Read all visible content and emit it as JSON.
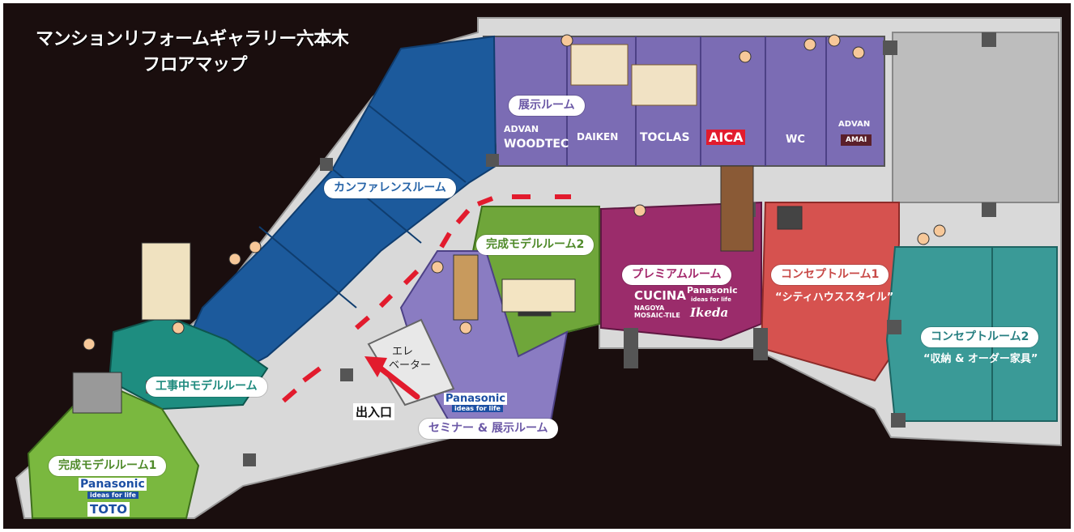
{
  "title": {
    "line1": "マンションリフォームギャラリー六本木",
    "line2": "フロアマップ"
  },
  "rooms": {
    "exhibition": {
      "label": "展示ルーム",
      "brands": [
        "ADVAN",
        "WOODTEC",
        "DAIKEN",
        "TOCLAS",
        "AICA",
        "WC",
        "ADVAN",
        "AMAI"
      ]
    },
    "conference": {
      "label": "カンファレンスルーム"
    },
    "model2": {
      "label": "完成モデルルーム2"
    },
    "premium": {
      "label": "プレミアムルーム",
      "brands": [
        "CUCINA",
        "Panasonic",
        "ideas for life",
        "NAGOYA MOSAIC-TILE",
        "Ikeda"
      ]
    },
    "concept1": {
      "label": "コンセプトルーム1",
      "subtitle": "“シティハウススタイル”"
    },
    "concept2": {
      "label": "コンセプトルーム2",
      "subtitle": "“収納 & オーダー家具”"
    },
    "construction": {
      "label": "工事中モデルルーム"
    },
    "seminar": {
      "label": "セミナー & 展示ルーム",
      "brands": [
        "Panasonic",
        "ideas for life"
      ]
    },
    "model1": {
      "label": "完成モデルルーム1",
      "brands": [
        "Panasonic",
        "ideas for life",
        "TOTO"
      ]
    }
  },
  "elevator": {
    "line1": "エレ",
    "line2": "ベーター"
  },
  "entrance": {
    "label": "出入口"
  },
  "colors": {
    "background": "#1a0e0e",
    "corridor": "#d9d9d9",
    "blue_room": "#1c5a9c",
    "purple_room": "#7b6cb4",
    "green_room": "#6fa63a",
    "teal_room": "#1e8d80",
    "magenta_room": "#9b2c6b",
    "red_room": "#d6524f",
    "concept2_room": "#3a9a97",
    "exit_route": "#e21b2d"
  }
}
